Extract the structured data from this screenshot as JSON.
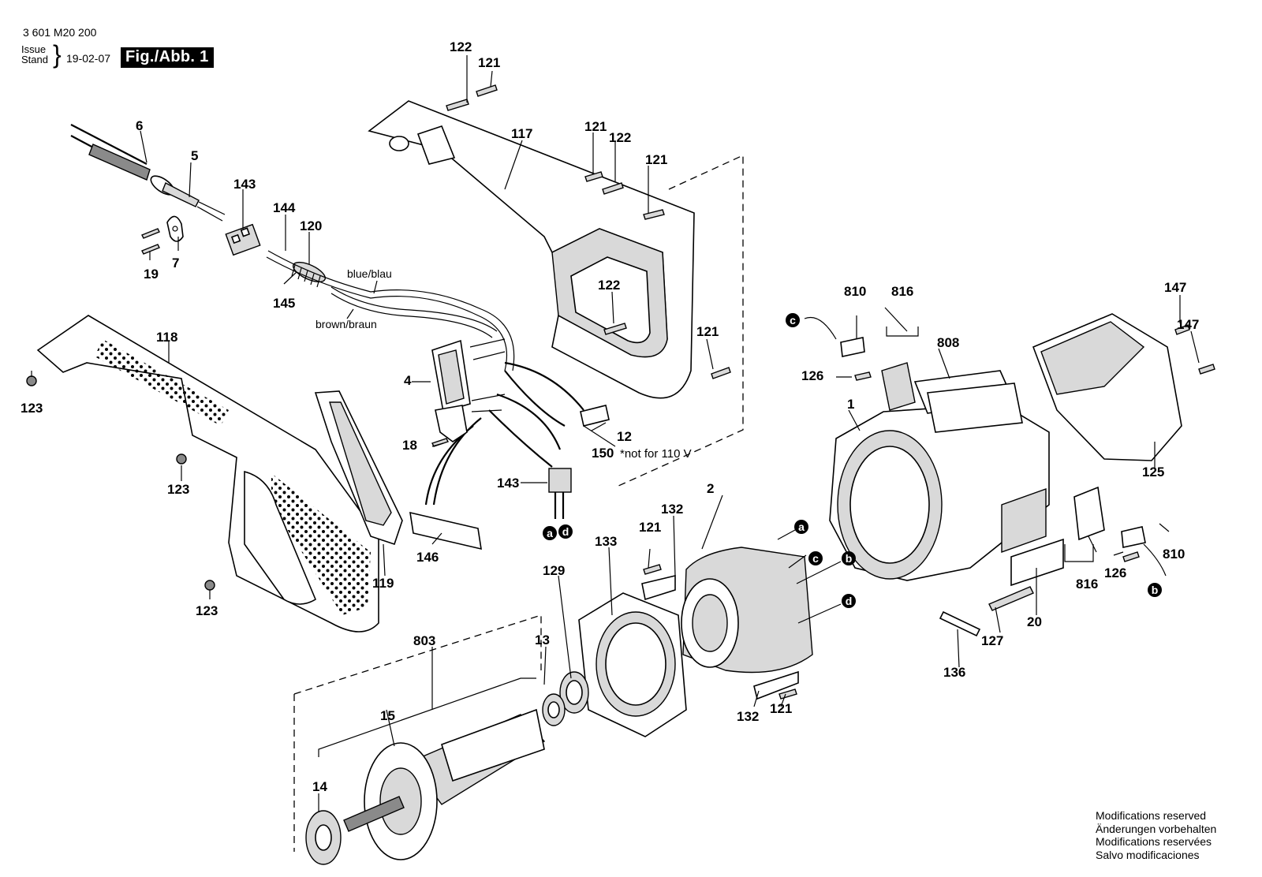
{
  "header": {
    "doc_number": "3 601 M20 200",
    "issue_label": "Issue",
    "stand_label": "Stand",
    "brace": "}",
    "date": "19-02-07",
    "figure_label": "Fig./Abb. 1"
  },
  "footer": {
    "lines": [
      "Modifications reserved",
      "Änderungen vorbehalten",
      "Modifications reservées",
      "Salvo modificaciones"
    ]
  },
  "wire_labels": {
    "blue": "blue/blau",
    "brown": "brown/braun"
  },
  "note_150": "*not for 110 V",
  "part_labels": [
    "122",
    "121",
    "6",
    "5",
    "143",
    "117",
    "121",
    "122",
    "121",
    "144",
    "120",
    "7",
    "19",
    "145",
    "122",
    "118",
    "123",
    "4",
    "121",
    "12",
    "18",
    "150",
    "123",
    "143",
    "146",
    "119",
    "123",
    "810",
    "816",
    "808",
    "126",
    "1",
    "147",
    "147",
    "125",
    "2",
    "121",
    "132",
    "133",
    "129",
    "803",
    "13",
    "15",
    "14",
    "132",
    "121",
    "127",
    "136",
    "20",
    "816",
    "126",
    "810"
  ],
  "markers": [
    "c",
    "a",
    "d",
    "a",
    "c",
    "b",
    "d",
    "b"
  ]
}
